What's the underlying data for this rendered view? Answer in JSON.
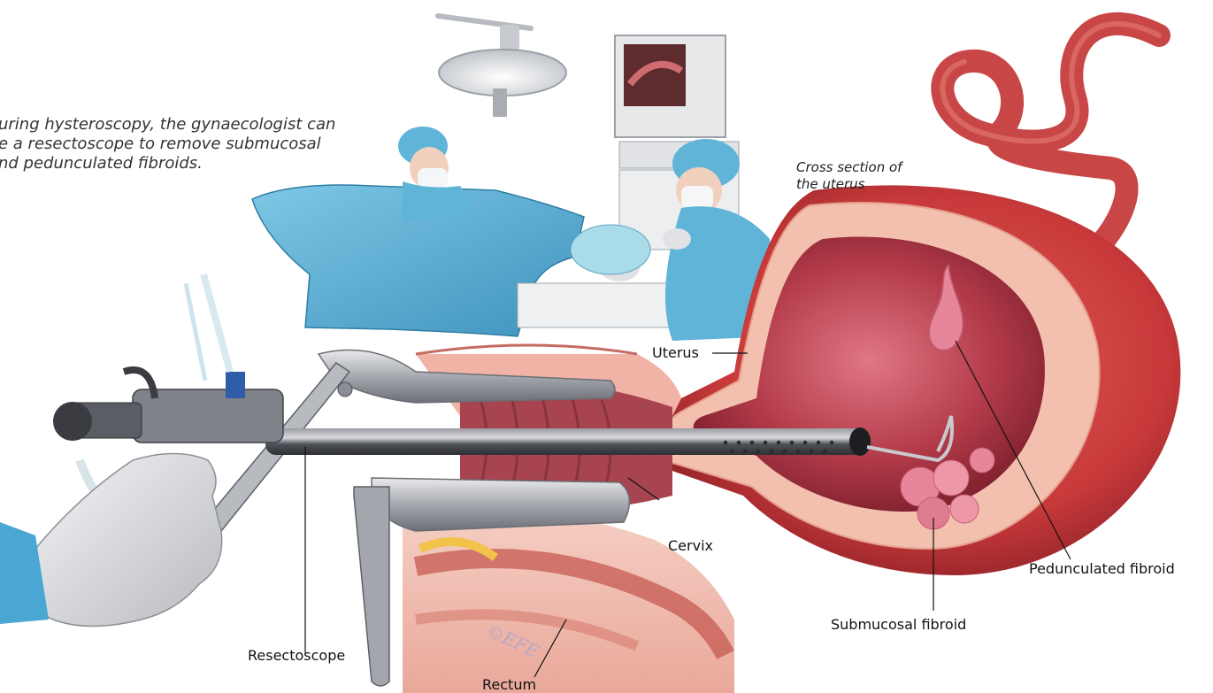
{
  "caption": {
    "line1": "uring hysteroscopy, the gynaecologist can",
    "line2": "e a resectoscope to remove submucosal",
    "line3": "nd pedunculated fibroids."
  },
  "cross_section_caption": {
    "line1": "Cross section of",
    "line2": "the uterus"
  },
  "labels": {
    "uterus": "Uterus",
    "cervix": "Cervix",
    "pedunculated_fibroid": "Pedunculated fibroid",
    "submucosal_fibroid": "Submucosal fibroid",
    "resectoscope": "Resectoscope",
    "rectum": "Rectum"
  },
  "artist_signature": "©EFE",
  "colors": {
    "uterus_outer": "#c8393a",
    "uterus_wall": "#f2b9a8",
    "uterus_cavity": "#b23a48",
    "fibroid": "#e7869a",
    "drape": "#5fb4d8",
    "instrument": "#5a5d63",
    "glove": "#dcdde0"
  }
}
